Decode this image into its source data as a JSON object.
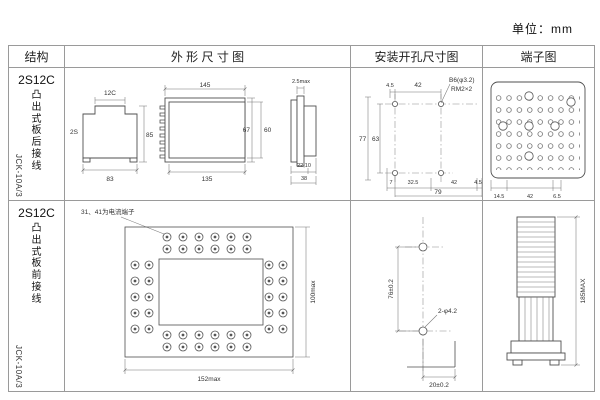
{
  "unit_label": "单位：mm",
  "headers": {
    "structure": "结构",
    "outline": "外 形 尺 寸 图",
    "install": "安装开孔尺寸图",
    "terminal": "端子图"
  },
  "row1": {
    "model": "2S12C",
    "mounting": "凸出式板后接线",
    "code": "JCK-10A/3",
    "outline": {
      "plan_top": "12C",
      "plan_left": "2S",
      "plan_width": "83",
      "plan_height": "85",
      "front_width": "145",
      "front_inner_width": "135",
      "front_height": "67",
      "front_inner_height": "60",
      "side_thickness": "2.5max",
      "side_depths": "22,10",
      "side_total": "38"
    },
    "install": {
      "offset_top": "4.5",
      "hole_span_h": "42",
      "hole_spec": "B6(φ3.2)",
      "screw_spec": "RM2×2",
      "height_outer": "77",
      "height_inner": "63",
      "offset_bottom_left": "7",
      "seg1": "32.5",
      "seg2": "42",
      "seg3": "4.5",
      "width_total": "79"
    },
    "terminal": {
      "d1": "14.5",
      "d2": "42",
      "d3": "6.5"
    }
  },
  "row2": {
    "model": "2S12C",
    "mounting": "凸出式板前接线",
    "code": "JCK-10A/3",
    "outline": {
      "note": "31、41为电流端子",
      "width": "152max",
      "height": "100max"
    },
    "install": {
      "hole_span_v": "76±0.2",
      "hole_spec": "2-φ4.2",
      "edge_offset": "20±0.2"
    },
    "terminal": {
      "height": "185MAX"
    }
  }
}
